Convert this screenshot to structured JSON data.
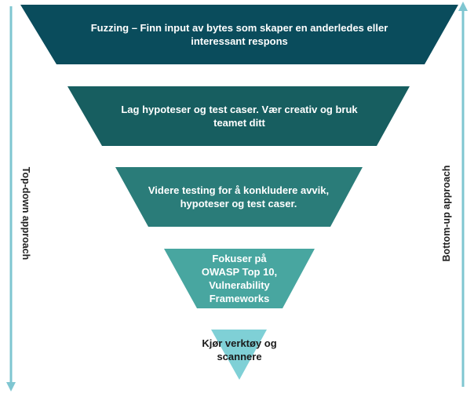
{
  "funnel": {
    "levels": [
      {
        "text": "Fuzzing – Finn input av bytes som skaper en anderledes eller interessant respons",
        "color": "#0a4c5c",
        "text_color": "#ffffff"
      },
      {
        "text": "Lag hypoteser og test caser. Vær creativ og bruk teamet ditt",
        "color": "#175e60",
        "text_color": "#ffffff"
      },
      {
        "text": "Videre testing for å konkludere avvik, hypoteser og test caser.",
        "color": "#2a7c79",
        "text_color": "#ffffff"
      },
      {
        "text": "Fokuser på OWASP Top 10, Vulnerability Frameworks",
        "color": "#48a6a0",
        "text_color": "#ffffff"
      },
      {
        "text": "Kjør verktøy og scannere",
        "color": "#7fd0d6",
        "text_color": "#1a1a1a"
      }
    ]
  },
  "axes": {
    "left_label": "Top-down approach",
    "right_label": "Bottom-up approach",
    "arrow_color": "#7fc6d1"
  }
}
